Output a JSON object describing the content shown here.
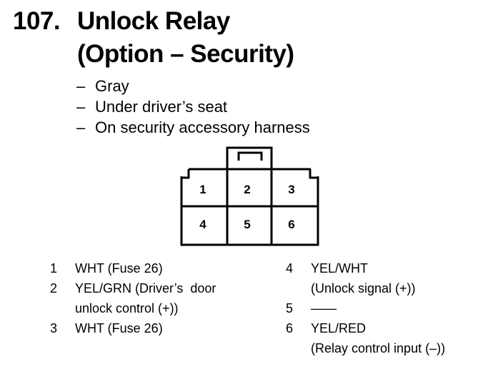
{
  "heading": {
    "number": "107.",
    "line1": "Unlock Relay",
    "line2": "(Option – Security)"
  },
  "details": [
    {
      "dash": "–",
      "text": "Gray"
    },
    {
      "dash": "–",
      "text": "Under driver’s seat"
    },
    {
      "dash": "–",
      "text": "On security accessory harness"
    }
  ],
  "connector": {
    "cavities": [
      "1",
      "2",
      "3",
      "4",
      "5",
      "6"
    ]
  },
  "pins_left": [
    {
      "num": "1",
      "lines": [
        "WHT (Fuse 26)"
      ]
    },
    {
      "num": "2",
      "lines": [
        "YEL/GRN (Driver’s  door",
        "unlock control (+))"
      ]
    },
    {
      "num": "3",
      "lines": [
        "WHT (Fuse 26)"
      ]
    }
  ],
  "pins_right": [
    {
      "num": "4",
      "lines": [
        "YEL/WHT",
        "(Unlock signal (+))"
      ]
    },
    {
      "num": "5",
      "lines": [
        "——"
      ]
    },
    {
      "num": "6",
      "lines": [
        "YEL/RED",
        "(Relay control input (–))"
      ]
    }
  ]
}
